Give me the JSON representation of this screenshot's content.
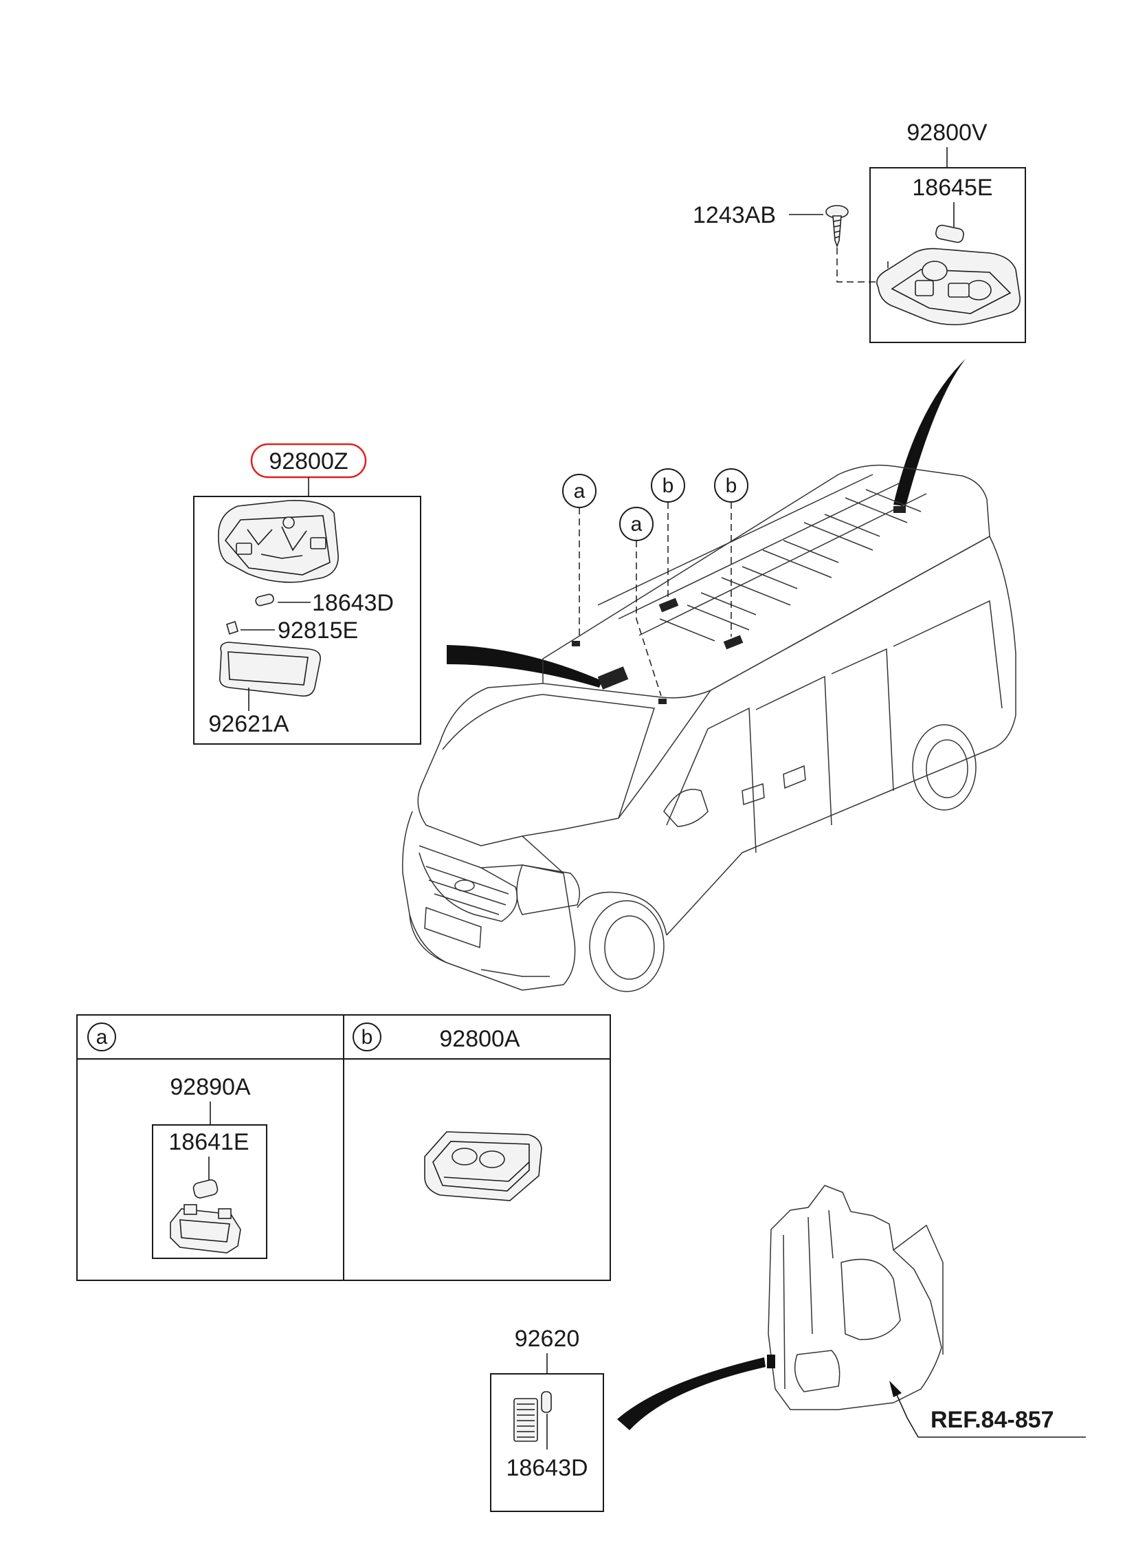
{
  "callouts": {
    "p92800V": "92800V",
    "p18645E": "18645E",
    "p1243AB": "1243AB",
    "p92800Z": "92800Z",
    "p18643D_top": "18643D",
    "p92815E": "92815E",
    "p92621A": "92621A",
    "p92800A": "92800A",
    "p92890A": "92890A",
    "p18641E": "18641E",
    "p92620": "92620",
    "p18643D_bottom": "18643D",
    "ref": "REF.84-857"
  },
  "markers": {
    "a1": "a",
    "a2": "a",
    "b1": "b",
    "b2": "b",
    "table_a": "a",
    "table_b": "b"
  },
  "colors": {
    "highlight": "#e02020",
    "ink": "#1a1a1a"
  }
}
